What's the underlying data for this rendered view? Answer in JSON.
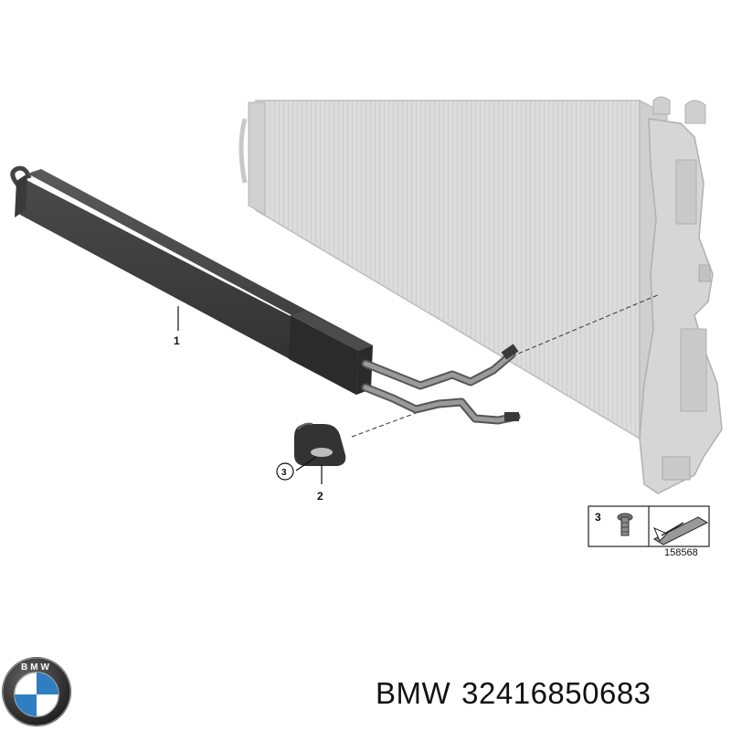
{
  "diagram": {
    "callouts": [
      {
        "number": "1"
      },
      {
        "number": "2"
      },
      {
        "number": "3"
      }
    ],
    "legend": {
      "number": "3",
      "figure_id": "158568"
    }
  },
  "footer": {
    "brand": "BMW",
    "part_number": "32416850683",
    "logo_letters": "BMW"
  },
  "colors": {
    "cooler_body": "#3e3e3e",
    "radiator": "#d9d9d9",
    "logo_blue": "#2f7ec1"
  }
}
